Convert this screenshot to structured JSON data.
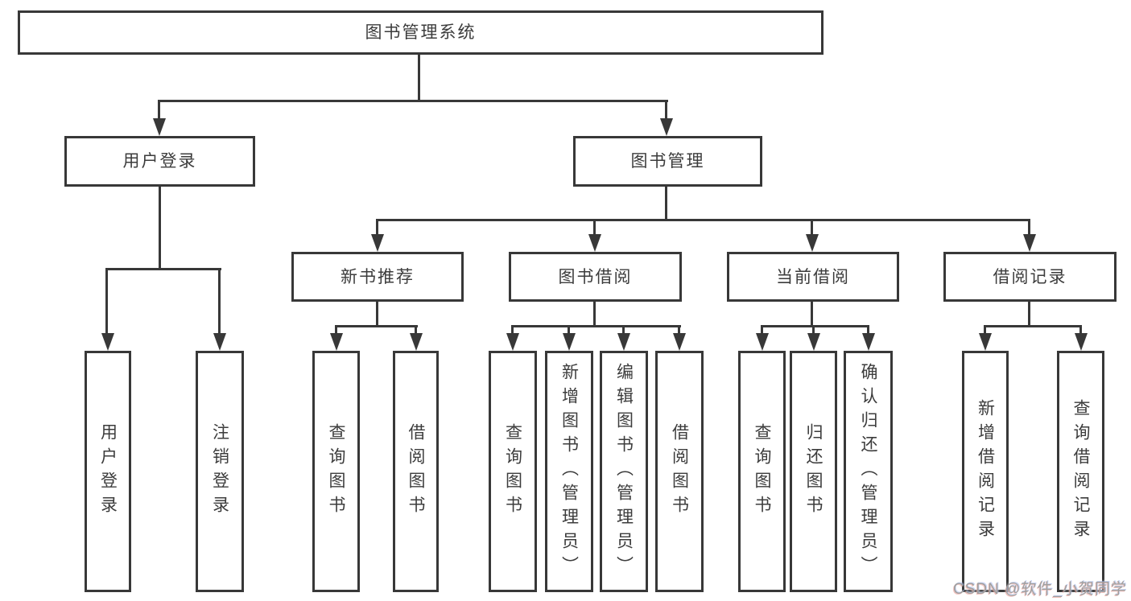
{
  "root": {
    "label": "图书管理系统"
  },
  "level2": {
    "user_login": {
      "label": "用户登录"
    },
    "book_management": {
      "label": "图书管理"
    }
  },
  "level3": {
    "new_book_recommend": {
      "label": "新书推荐"
    },
    "book_borrow": {
      "label": "图书借阅"
    },
    "current_borrow": {
      "label": "当前借阅"
    },
    "borrow_records": {
      "label": "借阅记录"
    }
  },
  "leaves": {
    "user_login": {
      "label": "用户登录"
    },
    "logout": {
      "label": "注销登录"
    },
    "rec_query_books": {
      "label": "查询图书"
    },
    "rec_borrow_books": {
      "label": "借阅图书"
    },
    "bb_query_books": {
      "label": "查询图书"
    },
    "bb_add_books_admin": {
      "label": "新增图书（管理员）"
    },
    "bb_edit_books_admin": {
      "label": "编辑图书（管理员）"
    },
    "bb_borrow_books": {
      "label": "借阅图书"
    },
    "cb_query_books": {
      "label": "查询图书"
    },
    "cb_return_books": {
      "label": "归还图书"
    },
    "cb_confirm_return_admin": {
      "label": "确认归还（管理员）"
    },
    "br_add_record": {
      "label": "新增借阅记录"
    },
    "br_query_record": {
      "label": "查询借阅记录"
    }
  },
  "watermark": {
    "text": "CSDN @软件_小贺同学"
  },
  "colors": {
    "line": "#383838",
    "text": "#3c3c3c",
    "background": "#ffffff",
    "watermark": "#9f9f9f"
  }
}
